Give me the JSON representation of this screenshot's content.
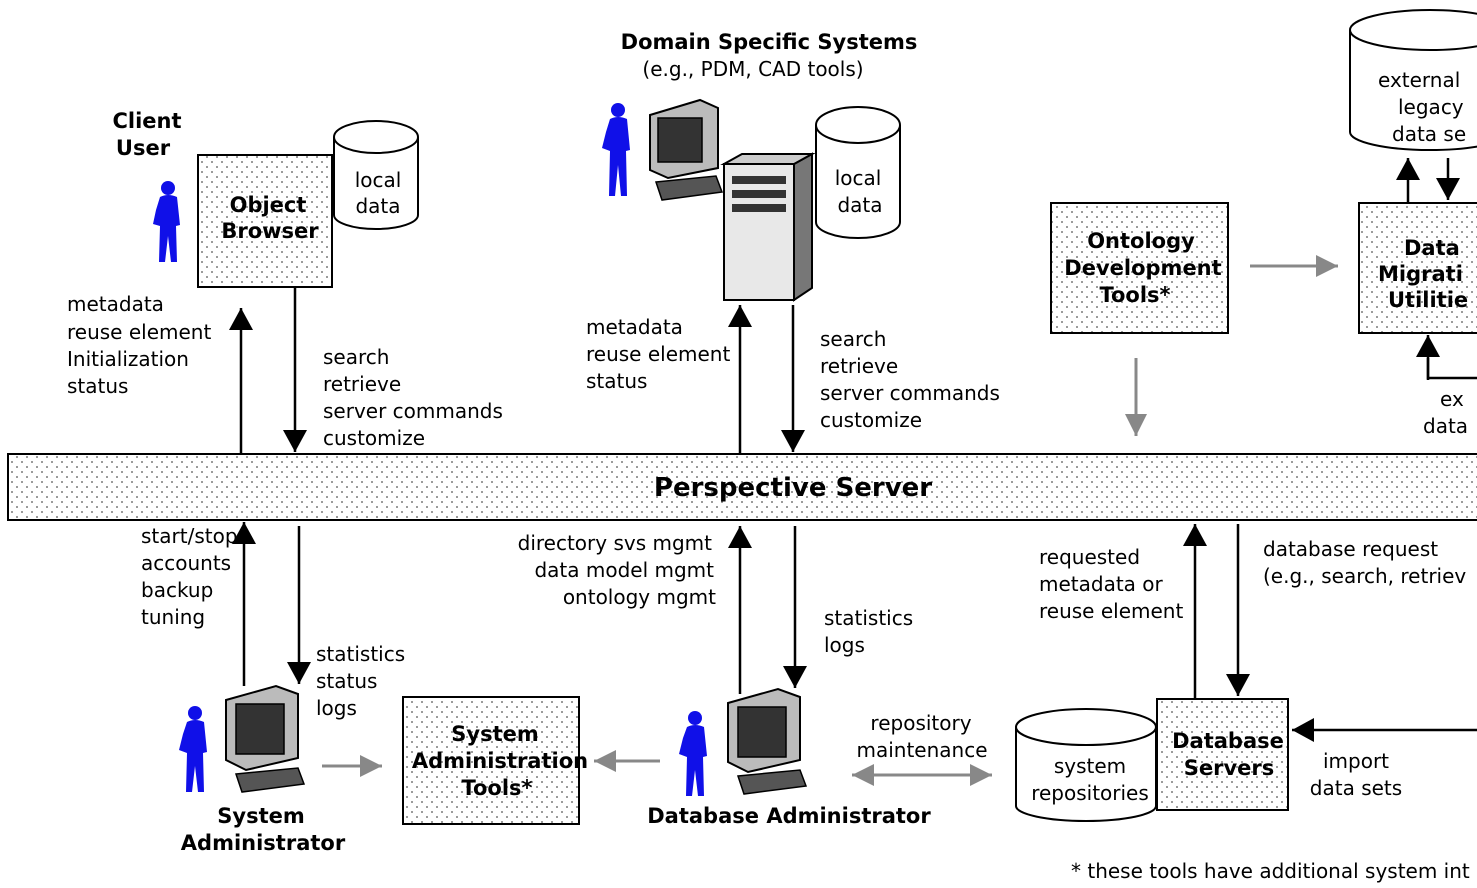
{
  "server": {
    "title": "Perspective Server"
  },
  "client": {
    "title_line1": "Client",
    "title_line2": "User",
    "browser_line1": "Object",
    "browser_line2": "Browser",
    "db_line1": "local",
    "db_line2": "data",
    "up_labels": [
      "metadata",
      "reuse element",
      "Initialization",
      "status"
    ],
    "down_labels": [
      "search",
      "retrieve",
      "server commands",
      "customize"
    ]
  },
  "domain": {
    "title": "Domain Specific Systems",
    "subtitle": "(e.g., PDM, CAD tools)",
    "db_line1": "local",
    "db_line2": "data",
    "up_labels": [
      "metadata",
      "reuse element",
      "status"
    ],
    "down_labels": [
      "search",
      "retrieve",
      "server commands",
      "customize"
    ]
  },
  "ontology": {
    "line1": "Ontology",
    "line2": "Development",
    "line3": "Tools*"
  },
  "migration": {
    "line1": "Data",
    "line2": "Migrati",
    "line3": "Utilitie",
    "ext_db_line1": "external",
    "ext_db_line2": "legacy",
    "ext_db_line3": "data se",
    "ext_label_line1": "ex",
    "ext_label_line2": "data"
  },
  "sysadmin": {
    "title_line1": "System",
    "title_line2": "Administrator",
    "up_labels": [
      "start/stop",
      "accounts",
      "backup",
      "tuning"
    ],
    "down_labels": [
      "statistics",
      "status",
      "logs"
    ],
    "tools_line1": "System",
    "tools_line2": "Administration",
    "tools_line3": "Tools*"
  },
  "dbadmin": {
    "title": "Database Administrator",
    "up_labels": [
      "directory svs mgmt",
      "data model mgmt",
      "ontology mgmt"
    ],
    "down_labels": [
      "statistics",
      "logs"
    ],
    "repo_line1": "repository",
    "repo_line2": "maintenance"
  },
  "dbservers": {
    "line1": "Database",
    "line2": "Servers",
    "up_labels": [
      "requested",
      "metadata or",
      "reuse element"
    ],
    "down_line1": "database request",
    "down_line2": "(e.g., search, retriev",
    "repo_line1": "system",
    "repo_line2": "repositories",
    "import_line1": "import",
    "import_line2": "data sets"
  },
  "footnote": "* these tools have additional system int"
}
